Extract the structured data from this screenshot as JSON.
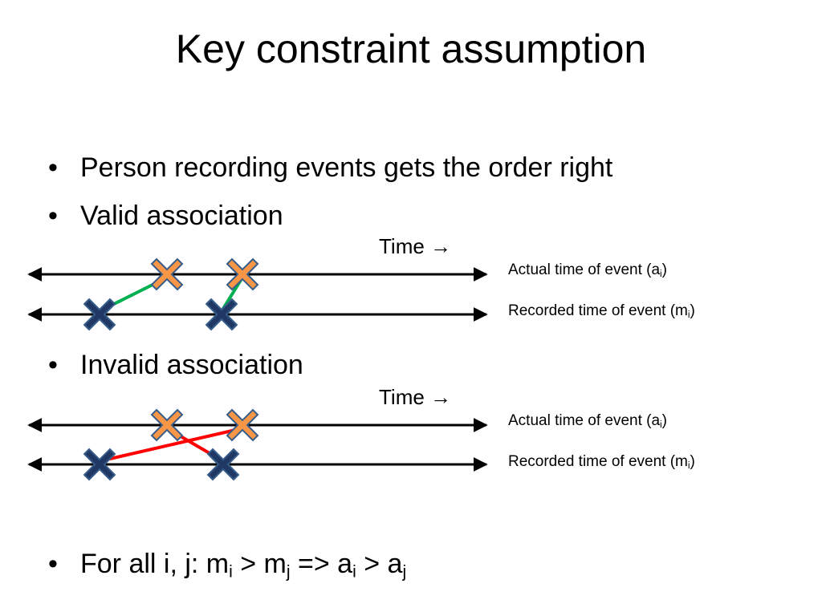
{
  "slide": {
    "title": "Key constraint assumption",
    "bullet_symbol": "•",
    "bullets": {
      "order_right": "Person recording events gets the order right",
      "valid": "Valid association",
      "invalid": "Invalid association",
      "constraint": {
        "part1": "For all i, j: m",
        "sub1": "i",
        "part2": " > m",
        "sub2": "j",
        "part3": " => a",
        "sub3": "i",
        "part4": " > a",
        "sub4": "j"
      }
    }
  },
  "diagram_valid": {
    "time_label": "Time →",
    "actual_label": "Actual time of event (a",
    "actual_sub": "i",
    "recorded_label": "Recorded time of event (m",
    "recorded_sub": "i",
    "close_paren": ")",
    "link_color": "#00b050"
  },
  "diagram_invalid": {
    "time_label": "Time →",
    "actual_label": "Actual time of event (a",
    "actual_sub": "i",
    "recorded_label": "Recorded time of event (m",
    "recorded_sub": "i",
    "close_paren": ")",
    "link_color": "#ff0000"
  },
  "colors": {
    "actual_marker": "#f79646",
    "recorded_marker": "#1f3864",
    "marker_outline": "#385d8a"
  }
}
